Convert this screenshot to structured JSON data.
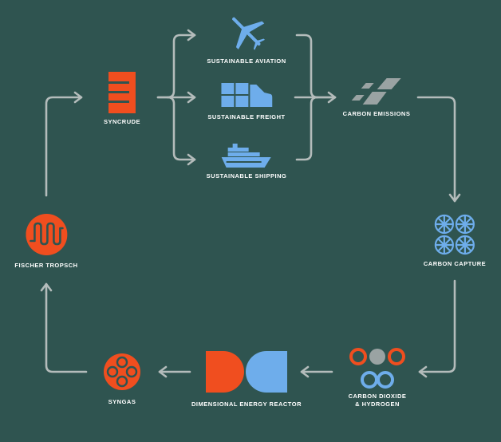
{
  "diagram": {
    "colors": {
      "background": "#2f5450",
      "orange": "#f04e1f",
      "blue": "#6eadeb",
      "gray": "#9aa3a3",
      "arrow": "#b4bcbb",
      "text": "#ffffff"
    },
    "nodes": {
      "syncrude": {
        "label": "SYNCRUDE",
        "icon": "syncrude-icon"
      },
      "aviation": {
        "label": "SUSTAINABLE AVIATION",
        "icon": "airplane-icon"
      },
      "freight": {
        "label": "SUSTAINABLE FREIGHT",
        "icon": "truck-icon"
      },
      "shipping": {
        "label": "SUSTAINABLE SHIPPING",
        "icon": "ship-icon"
      },
      "emissions": {
        "label": "CARBON EMISSIONS",
        "icon": "emissions-icon"
      },
      "capture": {
        "label": "CARBON CAPTURE",
        "icon": "fan-grid-icon"
      },
      "co2h2": {
        "label_line1": "CARBON DIOXIDE",
        "label_line2": "& HYDROGEN",
        "icon": "molecules-icon"
      },
      "reactor": {
        "label": "DIMENSIONAL ENERGY REACTOR",
        "icon": "reactor-icon"
      },
      "syngas": {
        "label": "SYNGAS",
        "icon": "syngas-icon"
      },
      "fischer": {
        "label": "FISCHER TROPSCH",
        "icon": "coil-icon"
      }
    }
  }
}
